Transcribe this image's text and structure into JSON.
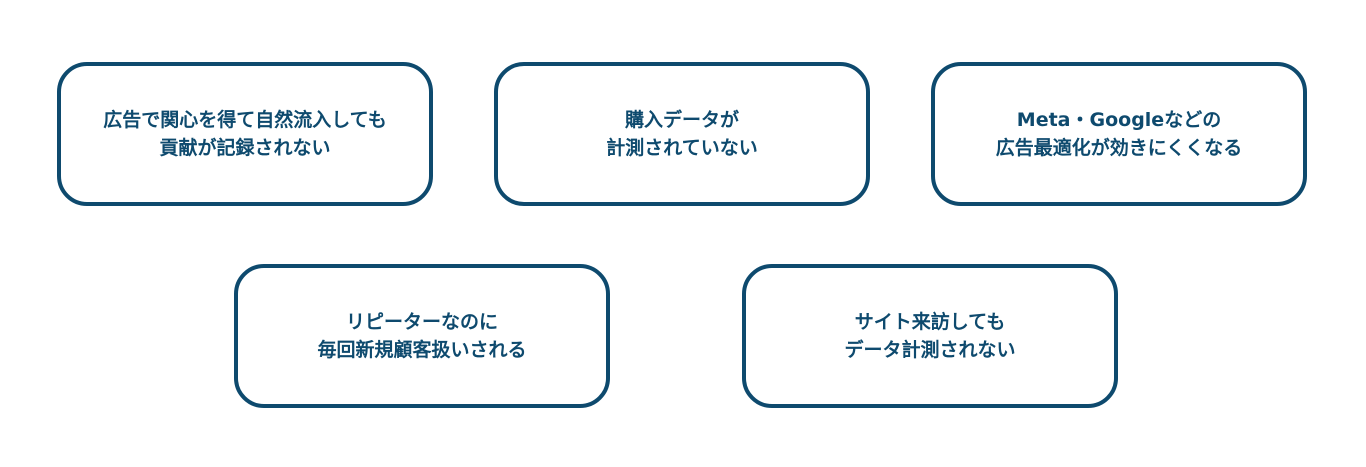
{
  "boxes": [
    {
      "lines": [
        "広告で関心を得て自然流入しても",
        "貢献が記録されない"
      ]
    },
    {
      "lines": [
        "購入データが",
        "計測されていない"
      ]
    },
    {
      "lines": [
        "Meta・Googleなどの",
        "広告最適化が効きにくくなる"
      ]
    },
    {
      "lines": [
        "リピーターなのに",
        "毎回新規顧客扱いされる"
      ]
    },
    {
      "lines": [
        "サイト来訪しても",
        "データ計測されない"
      ]
    }
  ],
  "colors": {
    "border": "#0e4a6e",
    "text": "#0e4a6e",
    "background": "#ffffff"
  }
}
